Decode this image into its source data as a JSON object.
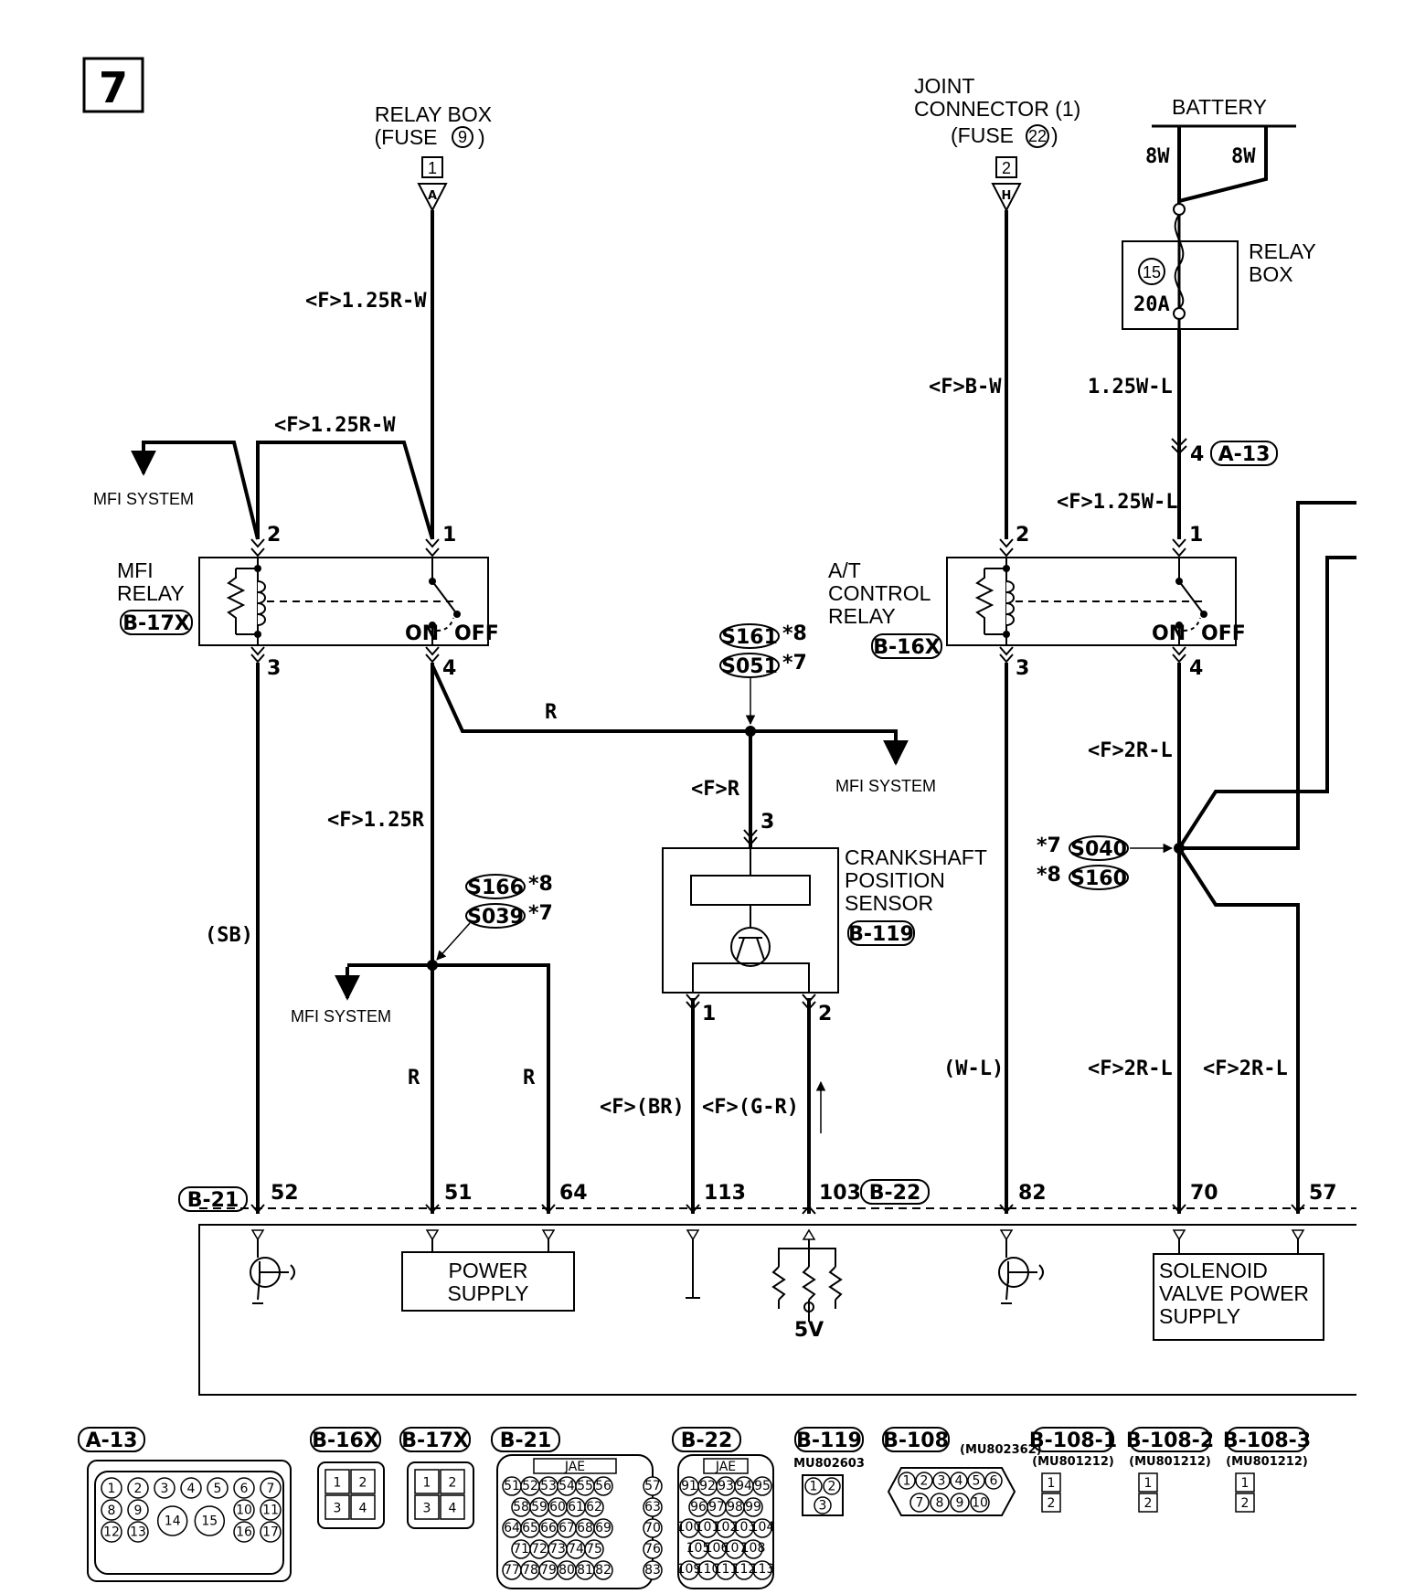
{
  "page_number": "7",
  "sources": {
    "relay_box": {
      "line1": "RELAY BOX",
      "line2": "(FUSE",
      "fuse": "9",
      "close": ")",
      "ref": "1",
      "pin": "A"
    },
    "joint_connector": {
      "line1": "JOINT",
      "line2": "CONNECTOR (1)",
      "line3": "(FUSE",
      "fuse": "22",
      "close": ")",
      "ref": "2",
      "pin": "H"
    },
    "battery": {
      "label": "BATTERY",
      "wire_left": "8W",
      "wire_right": "8W"
    }
  },
  "relay_box_fuse": {
    "label_1": "RELAY",
    "label_2": "BOX",
    "fuse_no": "15",
    "rating": "20A"
  },
  "relays": {
    "mfi": {
      "name_1": "MFI",
      "name_2": "RELAY",
      "connector": "B-17X",
      "pins": [
        "2",
        "1",
        "3",
        "4"
      ],
      "on": "ON",
      "off": "OFF"
    },
    "at": {
      "name_1": "A/T",
      "name_2": "CONTROL",
      "name_3": "RELAY",
      "connector": "B-16X",
      "pins": [
        "2",
        "1",
        "3",
        "4"
      ],
      "on": "ON",
      "off": "OFF"
    }
  },
  "wires": {
    "w1": "<F>1.25R-W",
    "w2": "<F>1.25R-W",
    "w3": "<F>B-W",
    "w4": "1.25W-L",
    "w5": "<F>1.25W-L",
    "w6": "R",
    "w7": "<F>R",
    "w8": "<F>1.25R",
    "w9": "(SB)",
    "w10": "R",
    "w11": "R",
    "w12": "<F>(BR)",
    "w13": "<F>(G-R)",
    "w14": "(W-L)",
    "w15": "<F>2R-L",
    "w16": "<F>2R-L",
    "w17": "<F>2R-L"
  },
  "a13_ref": {
    "pin": "4",
    "connector": "A-13"
  },
  "mfi_system": [
    "MFI SYSTEM",
    "MFI SYSTEM",
    "MFI SYSTEM"
  ],
  "splices": {
    "s161": "S161",
    "s161_note": "*8",
    "s051": "S051",
    "s051_note": "*7",
    "s166": "S166",
    "s166_note": "*8",
    "s039": "S039",
    "s039_note": "*7",
    "s040": "S040",
    "s040_note": "*7",
    "s160": "S160",
    "s160_note": "*8"
  },
  "sensor": {
    "line1": "CRANKSHAFT",
    "line2": "POSITION",
    "line3": "SENSOR",
    "connector": "B-119",
    "pin_top": "3",
    "pin_left": "1",
    "pin_right": "2"
  },
  "ecu": {
    "connector_left": "B-21",
    "connector_right": "B-22",
    "terminals": [
      "52",
      "51",
      "64",
      "113",
      "103",
      "82",
      "70",
      "57"
    ],
    "power_supply_1": "POWER",
    "power_supply_2": "SUPPLY",
    "five_volt": "5V",
    "solenoid_1": "SOLENOID",
    "solenoid_2": "VALVE POWER",
    "solenoid_3": "SUPPLY"
  },
  "connector_views": [
    {
      "id": "A-13",
      "part": ""
    },
    {
      "id": "B-16X",
      "part": ""
    },
    {
      "id": "B-17X",
      "part": ""
    },
    {
      "id": "B-21",
      "part": "JAE"
    },
    {
      "id": "B-22",
      "part": "JAE"
    },
    {
      "id": "B-119",
      "part": "MU802603"
    },
    {
      "id": "B-108",
      "part": "(MU802362)"
    },
    {
      "id": "B-108-1",
      "part": "(MU801212)"
    },
    {
      "id": "B-108-2",
      "part": "(MU801212)"
    },
    {
      "id": "B-108-3",
      "part": "(MU801212)"
    }
  ],
  "pin_grids": {
    "a13": [
      [
        "1",
        "2",
        "3",
        "4",
        "5",
        "6",
        "7"
      ],
      [
        "8",
        "9",
        "",
        "",
        "",
        "10",
        "11"
      ],
      [
        "12",
        "13",
        "14",
        "",
        "15",
        "16",
        "17"
      ]
    ],
    "b21": [
      [
        "51",
        "52",
        "53",
        "54",
        "55",
        "56",
        "57"
      ],
      [
        "58",
        "59",
        "60",
        "61",
        "62",
        "63"
      ],
      [
        "64",
        "65",
        "66",
        "67",
        "68",
        "69",
        "70"
      ],
      [
        "71",
        "72",
        "73",
        "74",
        "75",
        "76"
      ],
      [
        "77",
        "78",
        "79",
        "80",
        "81",
        "82",
        "83"
      ]
    ],
    "b22": [
      [
        "91",
        "92",
        "93",
        "94",
        "95"
      ],
      [
        "96",
        "97",
        "98",
        "99"
      ],
      [
        "100",
        "101",
        "102",
        "103",
        "104"
      ],
      [
        "105",
        "106",
        "107",
        "108"
      ],
      [
        "109",
        "110",
        "111",
        "112",
        "113"
      ]
    ],
    "b108": [
      [
        "1",
        "2",
        "3",
        "4",
        "5",
        "6"
      ],
      [
        "7",
        "8",
        "9",
        "10"
      ]
    ],
    "relay4": [
      "1",
      "2",
      "3",
      "4"
    ],
    "b119": [
      "1",
      "2",
      "3"
    ],
    "two_pin": [
      "1",
      "2"
    ]
  }
}
